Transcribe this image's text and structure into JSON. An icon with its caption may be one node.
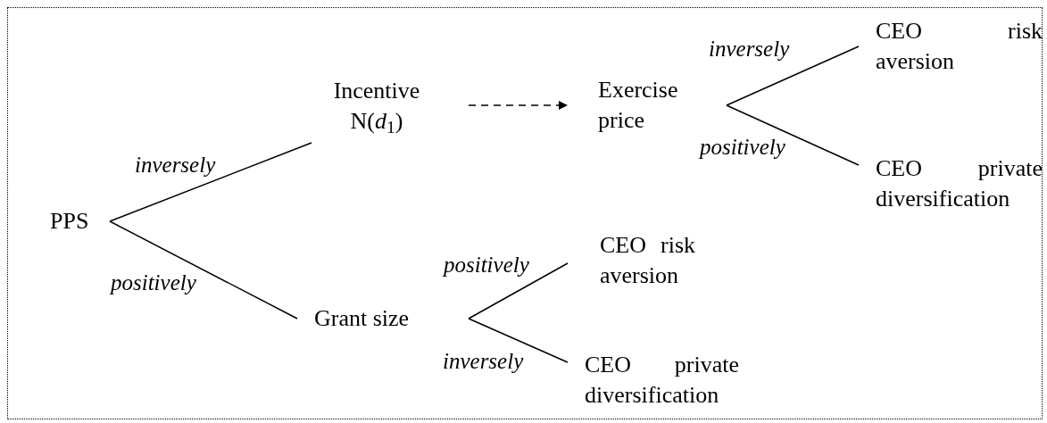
{
  "diagram": {
    "nodes": [
      {
        "text": [
          "PPS"
        ]
      },
      {
        "text": [
          "Incentive N(*d*$_{1}$)"
        ]
      },
      {
        "text": [
          "Exercise price"
        ]
      },
      {
        "text": [
          "CEO risk aversion"
        ]
      },
      {
        "text": [
          "CEO private diversification"
        ]
      },
      {
        "text": [
          "Grant size"
        ]
      },
      {
        "text": [
          "CEO risk aversion"
        ]
      },
      {
        "text": [
          "CEO private diversification"
        ]
      }
    ],
    "edges": [
      {
        "from": 0,
        "to": 1,
        "arrow": "none",
        "label": "inversely"
      },
      {
        "from": 0,
        "to": 5,
        "arrow": "none",
        "label": "positively"
      },
      {
        "from": 1,
        "to": 2,
        "arrow": "to",
        "style": "dashed"
      },
      {
        "from": 2,
        "to": 3,
        "arrow": "none",
        "label": "inversely"
      },
      {
        "from": 2,
        "to": 4,
        "arrow": "none",
        "label": "positively"
      },
      {
        "from": 5,
        "to": 6,
        "arrow": "none",
        "label": "positively"
      },
      {
        "from": 5,
        "to": 7,
        "arrow": "none",
        "label": "inversely"
      }
    ]
  }
}
